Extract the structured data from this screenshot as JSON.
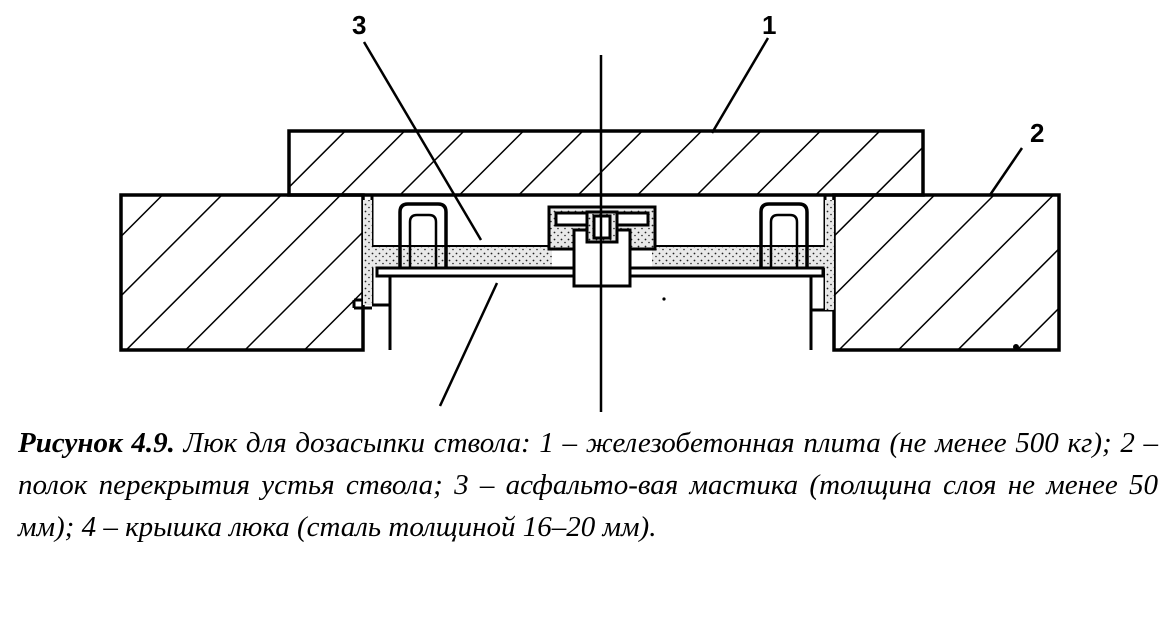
{
  "figure": {
    "callouts": {
      "label_1": "1",
      "label_2": "2",
      "label_3": "3"
    }
  },
  "caption": {
    "figure_label": "Рисунок 4.9.",
    "text": " Люк для дозасыпки ствола: 1 – железобетонная плита (не менее 500 кг); 2 – полок перекрытия устья ствола; 3 – асфальто-вая мастика (толщина слоя не менее 50 мм); 4 – крышка люка (сталь толщиной 16–20 мм)."
  }
}
